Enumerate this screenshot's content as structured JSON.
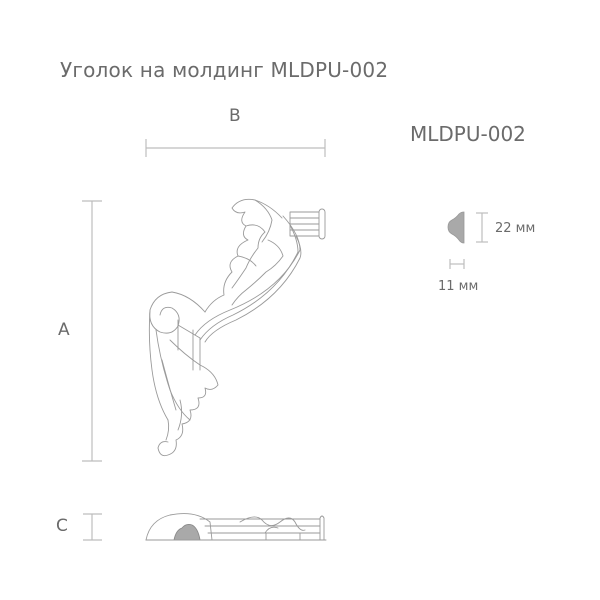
{
  "title": "Уголок на молдинг MLDPU-002",
  "product_code": "MLDPU-002",
  "dimensions": {
    "width_label": "B",
    "height_label": "A",
    "depth_label": "C"
  },
  "profile": {
    "height_value": "22 мм",
    "width_value": "11 мм"
  },
  "colors": {
    "line": "#bdbdbd",
    "drawing_stroke": "#9a9a9a",
    "profile_fill": "#a9a9a9",
    "text": "#6b6b6b"
  }
}
